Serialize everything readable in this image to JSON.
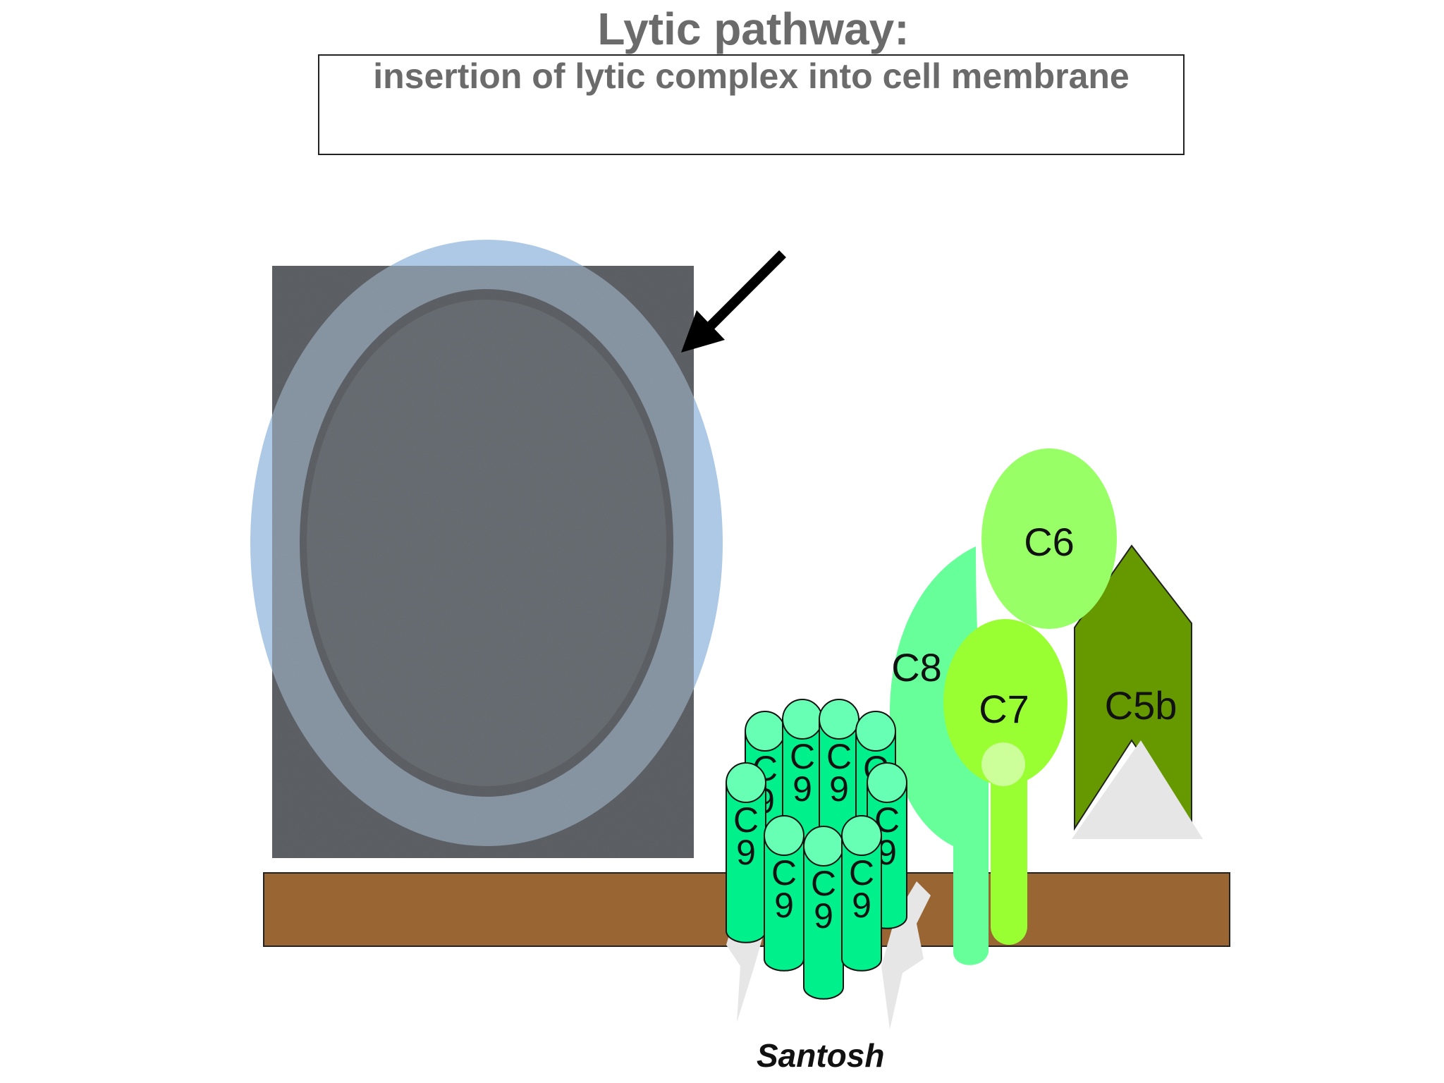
{
  "title": "Lytic pathway:",
  "subtitle": "insertion of lytic complex into cell membrane",
  "labels": {
    "c6": "C6",
    "c7": "C7",
    "c8": "C8",
    "c5b": "C5b",
    "c9": "C9"
  },
  "author": "Santosh",
  "colors": {
    "membrane": "#996633",
    "c5b": "#669900",
    "c6": "#99ff66",
    "c7": "#99ff33",
    "c8": "#66ff99",
    "c9_body": "#00f08c",
    "c9_top": "#66ffb3",
    "title_gray": "#6b6b6b"
  }
}
